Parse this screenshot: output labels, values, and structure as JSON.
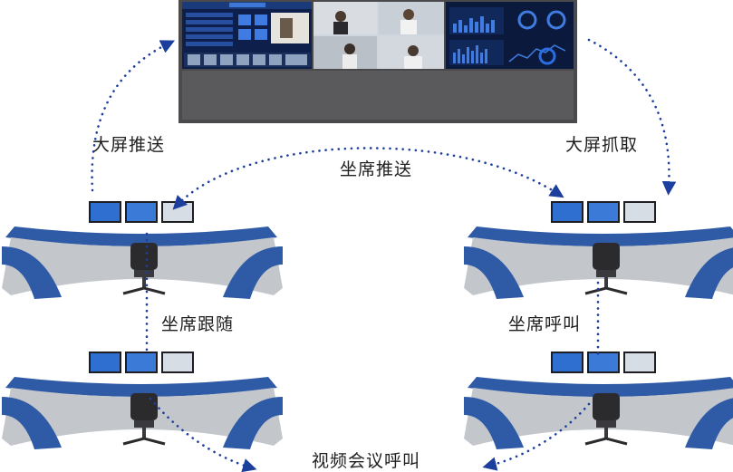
{
  "labels": {
    "big_screen_push": "大屏推送",
    "big_screen_grab": "大屏抓取",
    "seat_push": "坐席推送",
    "seat_follow": "坐席跟随",
    "seat_call": "坐席呼叫",
    "video_conference_call": "视频会议呼叫"
  },
  "colors": {
    "arrow_dots": "#1c3f9e",
    "desk_blue": "#2f5ba6",
    "desk_gray": "#bfc3c8",
    "wall_frame": "#4a4a4c",
    "text": "#1f1f1f"
  }
}
